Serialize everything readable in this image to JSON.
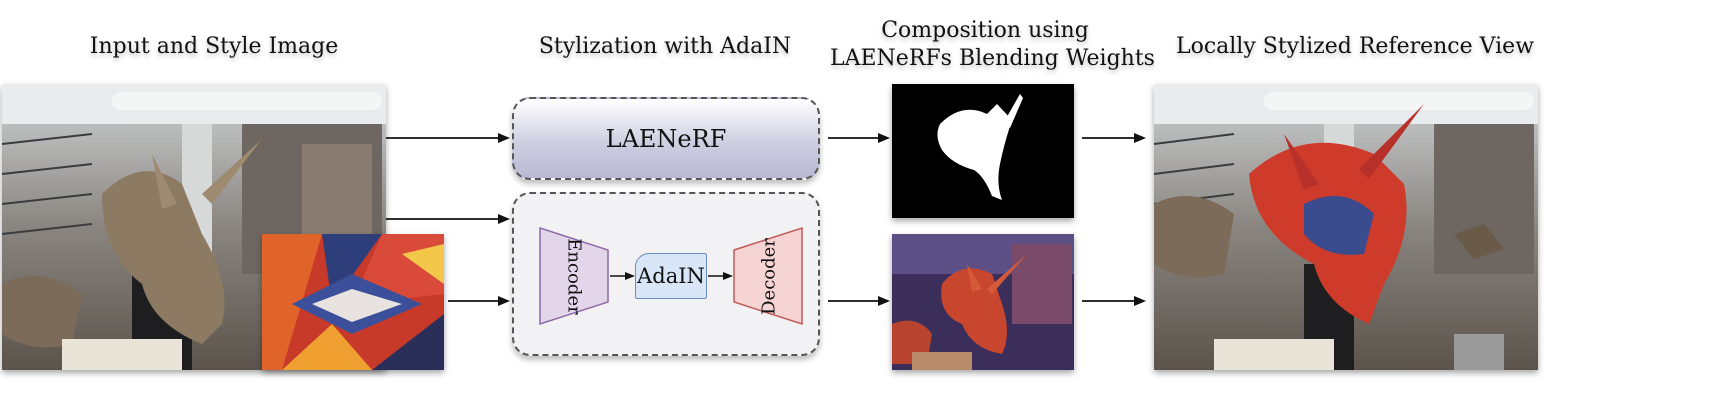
{
  "headings": {
    "input": "Input and Style Image",
    "stylization": "Stylization with AdaIN",
    "composition_line1": "Composition using",
    "composition_line2": "LAENeRFs Blending Weights",
    "output": "Locally Stylized Reference View"
  },
  "blocks": {
    "laenerf": "LAENeRF",
    "encoder": "Encoder",
    "adain": "AdaIN",
    "decoder": "Decoder"
  },
  "colors": {
    "encoder_fill": "#e3d6ea",
    "encoder_stroke": "#8e6aa8",
    "adain_fill": "#d8e6f8",
    "decoder_fill": "#f6d4d4",
    "decoder_stroke": "#c05a5a",
    "laenerf_fill": "#c9c9de"
  }
}
